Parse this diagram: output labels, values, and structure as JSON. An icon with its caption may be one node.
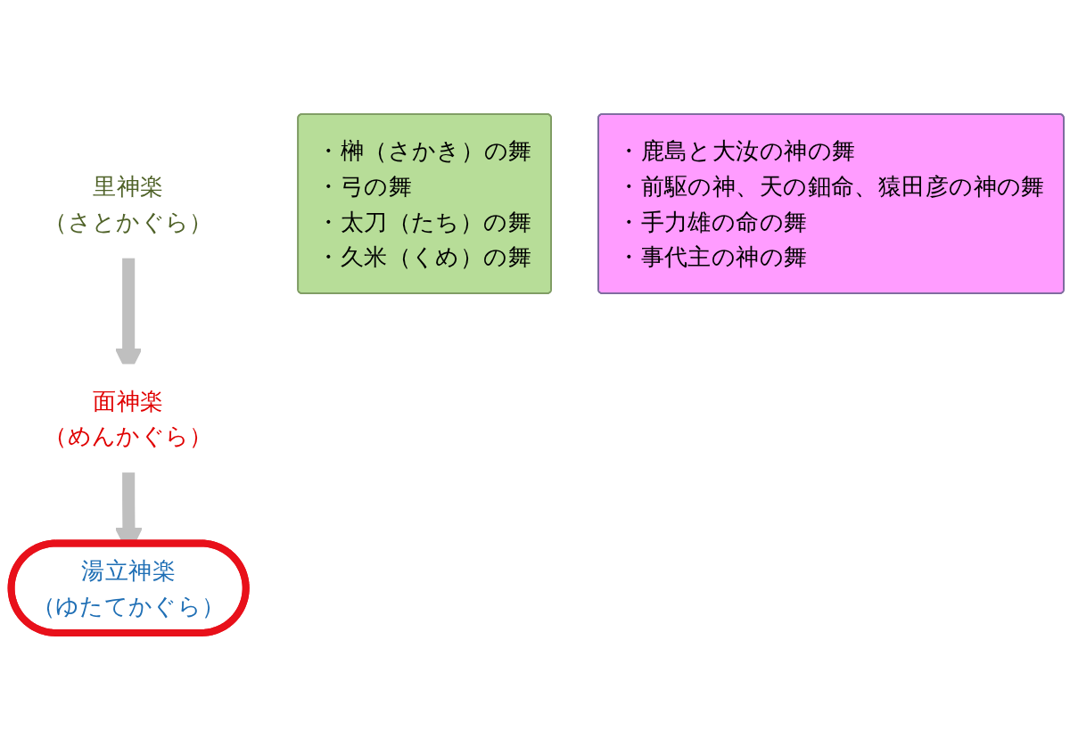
{
  "diagram": {
    "nodes": [
      {
        "text": [
          "里神楽",
          "（さとかぐら）"
        ]
      },
      {
        "text": [
          "・榊（さかき）の舞",
          "・弓の舞",
          "・太刀（たち）の舞",
          "・久米（くめ）の舞"
        ]
      },
      {
        "text": [
          "面神楽",
          "（めんかぐら）"
        ]
      },
      {
        "text": [
          "・鹿島と大汝の神の舞",
          "・前駆の神、天の鈿命、猿田彦の神の舞",
          "・手力雄の命の舞",
          "・事代主の神の舞"
        ]
      },
      {
        "text": [
          "湯立神楽",
          "（ゆたてかぐら）"
        ]
      }
    ],
    "edges": [
      {
        "from": 0,
        "to": 2,
        "arrow": "to"
      },
      {
        "from": 2,
        "to": 4,
        "arrow": "to"
      }
    ]
  }
}
